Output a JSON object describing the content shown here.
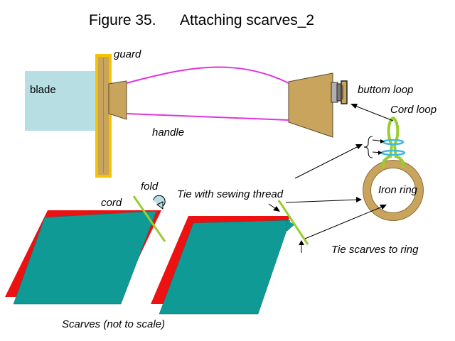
{
  "figure": {
    "number": "Figure 35.",
    "title": "Attaching scarves_2"
  },
  "labels": {
    "blade": "blade",
    "guard": "guard",
    "handle": "handle",
    "buttom_loop": "buttom loop",
    "cord_loop": "Cord loop",
    "iron_ring": "Iron ring",
    "fold": "fold",
    "cord": "cord",
    "tie_thread": "Tie with sewing thread",
    "tie_ring": "Tie scarves to ring",
    "scarves": "Scarves (not to scale)"
  },
  "colors": {
    "blade": "#b7dfe3",
    "guard_fill": "#c9a45c",
    "guard_border": "#f5c400",
    "handle_wood": "#c9a45c",
    "handle_edge": "#5a4a2a",
    "thread": "#e033e0",
    "cord": "#9acd32",
    "cord_wrap": "#40b8e0",
    "scarf_back": "#ee1111",
    "scarf_front": "#0f9a96",
    "button_grey": "#b0b0b0"
  }
}
